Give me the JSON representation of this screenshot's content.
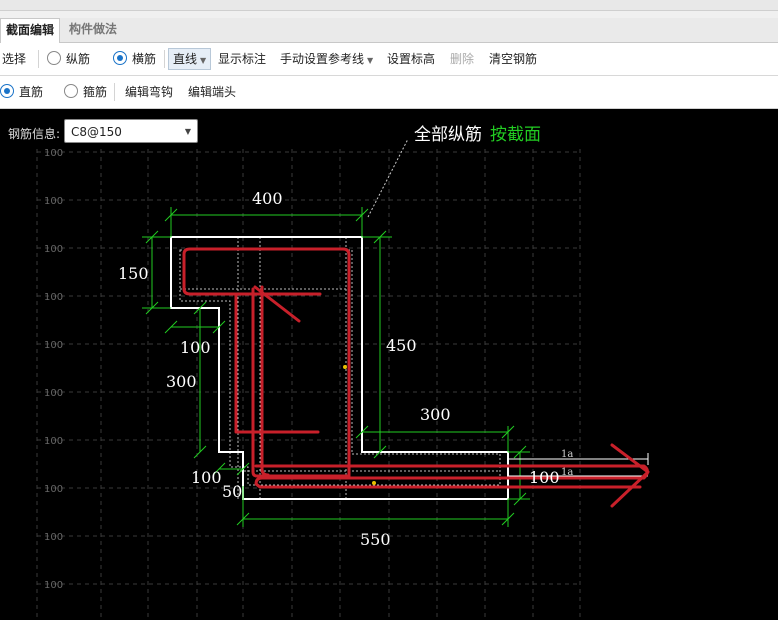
{
  "tabs": [
    "截面编辑",
    "构件做法"
  ],
  "toolbar1": {
    "select": "选择",
    "longitudinal": "纵筋",
    "transverse": "横筋",
    "line_mode": "直线",
    "show_annotation": "显示标注",
    "manual_ref": "手动设置参考线",
    "set_elevation": "设置标高",
    "delete": "删除",
    "clear_rebar": "清空钢筋"
  },
  "toolbar2": {
    "straight": "直筋",
    "stirrup": "箍筋",
    "edit_hook": "编辑弯钩",
    "edit_end": "编辑端头"
  },
  "canvas": {
    "rebar_info_label": "钢筋信息:",
    "rebar_value": "C8@150",
    "annotation_white": "全部纵筋",
    "annotation_green": "按截面",
    "grid_label": "100",
    "dims": {
      "top_width": "400",
      "left_height": "150",
      "step_width": "100",
      "mid_height": "300",
      "right_height": "450",
      "right_width": "300",
      "bottom_step": "100",
      "bottom_small": "50",
      "end_height": "100",
      "bottom_width": "550",
      "la_top": "1a",
      "la_bottom": "1a"
    }
  }
}
